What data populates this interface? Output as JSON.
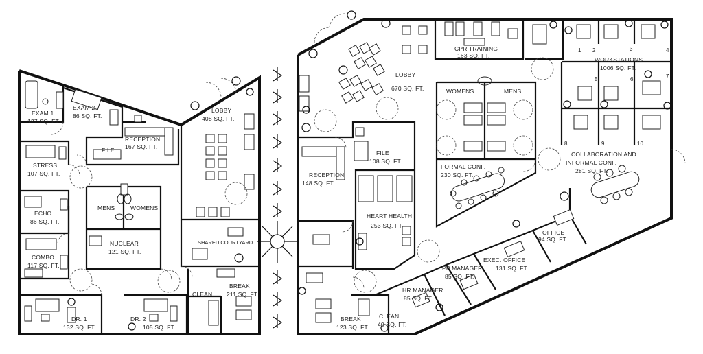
{
  "rooms": {
    "exam1": {
      "name": "EXAM 1",
      "area": "127 SQ. FT."
    },
    "exam2": {
      "name": "EXAM 2",
      "area": "86 SQ. FT."
    },
    "reception_left": {
      "name": "RECEPTION",
      "area": "167 SQ. FT."
    },
    "file_left": {
      "name": "FILE"
    },
    "lobby_left": {
      "name": "LOBBY",
      "area": "408 SQ. FT."
    },
    "stress": {
      "name": "STRESS",
      "area": "107 SQ. FT."
    },
    "echo": {
      "name": "ECHO",
      "area": "86 SQ. FT."
    },
    "combo": {
      "name": "COMBO",
      "area": "117 SQ. FT."
    },
    "mens_left": {
      "name": "MENS"
    },
    "womens_left": {
      "name": "WOMENS"
    },
    "nuclear": {
      "name": "NUCLEAR",
      "area": "121 SQ. FT."
    },
    "dr1": {
      "name": "DR. 1",
      "area": "132 SQ. FT."
    },
    "dr2": {
      "name": "DR. 2",
      "area": "105 SQ. FT."
    },
    "clean_left": {
      "name": "CLEAN"
    },
    "break_left": {
      "name": "BREAK",
      "area": "211 SQ. FT."
    },
    "courtyard": {
      "name": "SHARED COURTYARD"
    },
    "lobby_right": {
      "name": "LOBBY",
      "area": "670 SQ. FT."
    },
    "cpr": {
      "name": "CPR TRAINING",
      "area": "163 SQ. FT."
    },
    "workstations": {
      "name": "WORKSTATIONS",
      "area": "1006 SQ. FT."
    },
    "womens_right": {
      "name": "WOMENS"
    },
    "mens_right": {
      "name": "MENS"
    },
    "reception_right": {
      "name": "RECEPTION",
      "area": "148 SQ. FT."
    },
    "file_right": {
      "name": "FILE",
      "area": "108 SQ. FT."
    },
    "formal_conf": {
      "name": "FORMAL CONF.",
      "area": "230 SQ. FT."
    },
    "collab": {
      "name": "COLLABORATION AND",
      "name2": "INFORMAL CONF.",
      "area": "281 SQ. FT."
    },
    "heart_health": {
      "name": "HEART HEALTH",
      "area": "253 SQ. FT."
    },
    "office": {
      "name": "OFFICE",
      "area": "94 SQ. FT."
    },
    "exec": {
      "name": "EXEC. OFFICE",
      "area": "131 SQ. FT."
    },
    "pp_manager": {
      "name": "PP MANAGER",
      "area": "85 SQ. FT."
    },
    "hr_manager": {
      "name": "HR MANAGER",
      "area": "85 SQ. FT."
    },
    "break_right": {
      "name": "BREAK",
      "area": "123 SQ. FT."
    },
    "clean_right": {
      "name": "CLEAN",
      "area": "40 SQ. FT."
    }
  },
  "workstation_numbers": [
    "1",
    "2",
    "3",
    "4",
    "5",
    "6",
    "7",
    "8",
    "9",
    "10"
  ]
}
